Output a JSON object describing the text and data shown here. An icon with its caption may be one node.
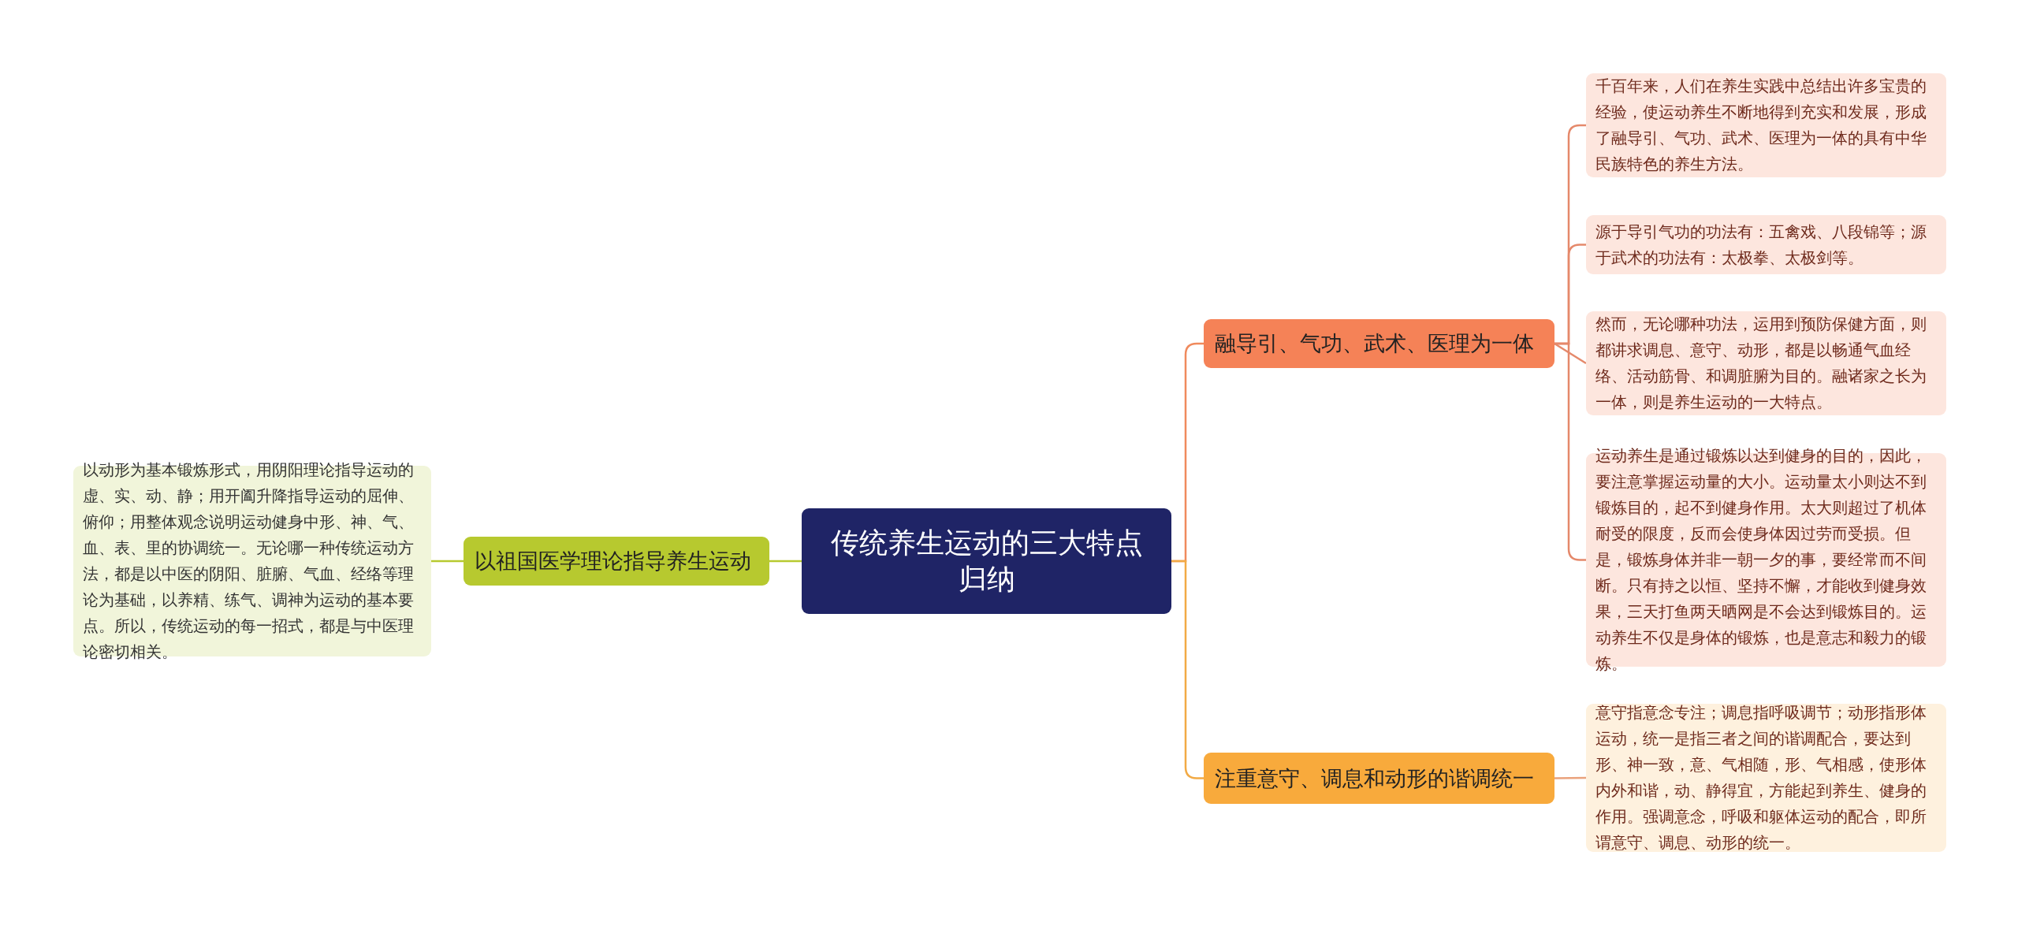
{
  "diagram": {
    "nodes": [
      {
        "text": [
          "传统养生运动的三大特点归纳"
        ]
      },
      {
        "text": [
          "融导引、气功、武术、医理为一体"
        ]
      },
      {
        "text": [
          "千百年来，人们在养生实践中总结出许多宝贵的经验，使运动养生不断地得到充实和发展，形成了融导引、气功、武术、医理为一体的具有中华民族特色的养生方法。"
        ]
      },
      {
        "text": [
          "源于导引气功的功法有：五禽戏、八段锦等；源于武术的功法有：太极拳、太极剑等。"
        ]
      },
      {
        "text": [
          "然而，无论哪种功法，运用到预防保健方面，则都讲求调息、意守、动形，都是以畅通气血经络、活动筋骨、和调脏腑为目的。融诸家之长为一体，则是养生运动的一大特点。"
        ]
      },
      {
        "text": [
          "运动养生是通过锻炼以达到健身的目的，因此，要注意掌握运动量的大小。运动量太小则达不到锻炼目的，起不到健身作用。太大则超过了机体耐受的限度，反而会使身体因过劳而受损。但是，锻炼身体并非一朝一夕的事，要经常而不间断。只有持之以恒、坚持不懈，才能收到健身效果，三天打鱼两天晒网是不会达到锻炼目的。运动养生不仅是身体的锻炼，也是意志和毅力的锻炼。"
        ]
      },
      {
        "text": [
          "注重意守、调息和动形的谐调统一"
        ]
      },
      {
        "text": [
          "意守指意念专注；调息指呼吸调节；动形指形体运动，统一是指三者之间的谐调配合，要达到形、神一致，意、气相随，形、气相感，使形体内外和谐，动、静得宜，方能起到养生、健身的作用。强调意念，呼吸和躯体运动的配合，即所谓意守、调息、动形的统一。"
        ]
      },
      {
        "text": [
          "以祖国医学理论指导养生运动"
        ]
      },
      {
        "text": [
          "以动形为基本锻炼形式，用阴阳理论指导运动的虚、实、动、静；用开阖升降指导运动的屈伸、俯仰；用整体观念说明运动健身中形、神、气、血、表、里的协调统一。无论哪一种传统运动方法，都是以中医的阴阳、脏腑、气血、经络等理论为基础，以养精、练气、调神为运动的基本要点。所以，传统运动的每一招式，都是与中医理论密切相关。"
        ]
      }
    ],
    "edges": [
      {
        "from": 0,
        "to": 1,
        "arrow": "none",
        "color": "#f08a5d"
      },
      {
        "from": 1,
        "to": 2,
        "arrow": "none",
        "color": "#e5896b"
      },
      {
        "from": 1,
        "to": 3,
        "arrow": "none",
        "color": "#e5896b"
      },
      {
        "from": 1,
        "to": 4,
        "arrow": "none",
        "color": "#e5896b"
      },
      {
        "from": 1,
        "to": 5,
        "arrow": "none",
        "color": "#e5896b"
      },
      {
        "from": 0,
        "to": 6,
        "arrow": "none",
        "color": "#f2aa45"
      },
      {
        "from": 6,
        "to": 7,
        "arrow": "none",
        "color": "#eaa27c"
      },
      {
        "from": 0,
        "to": 8,
        "arrow": "none",
        "color": "#b7c92f"
      },
      {
        "from": 8,
        "to": 9,
        "arrow": "none",
        "color": "#b7c92f"
      }
    ]
  }
}
